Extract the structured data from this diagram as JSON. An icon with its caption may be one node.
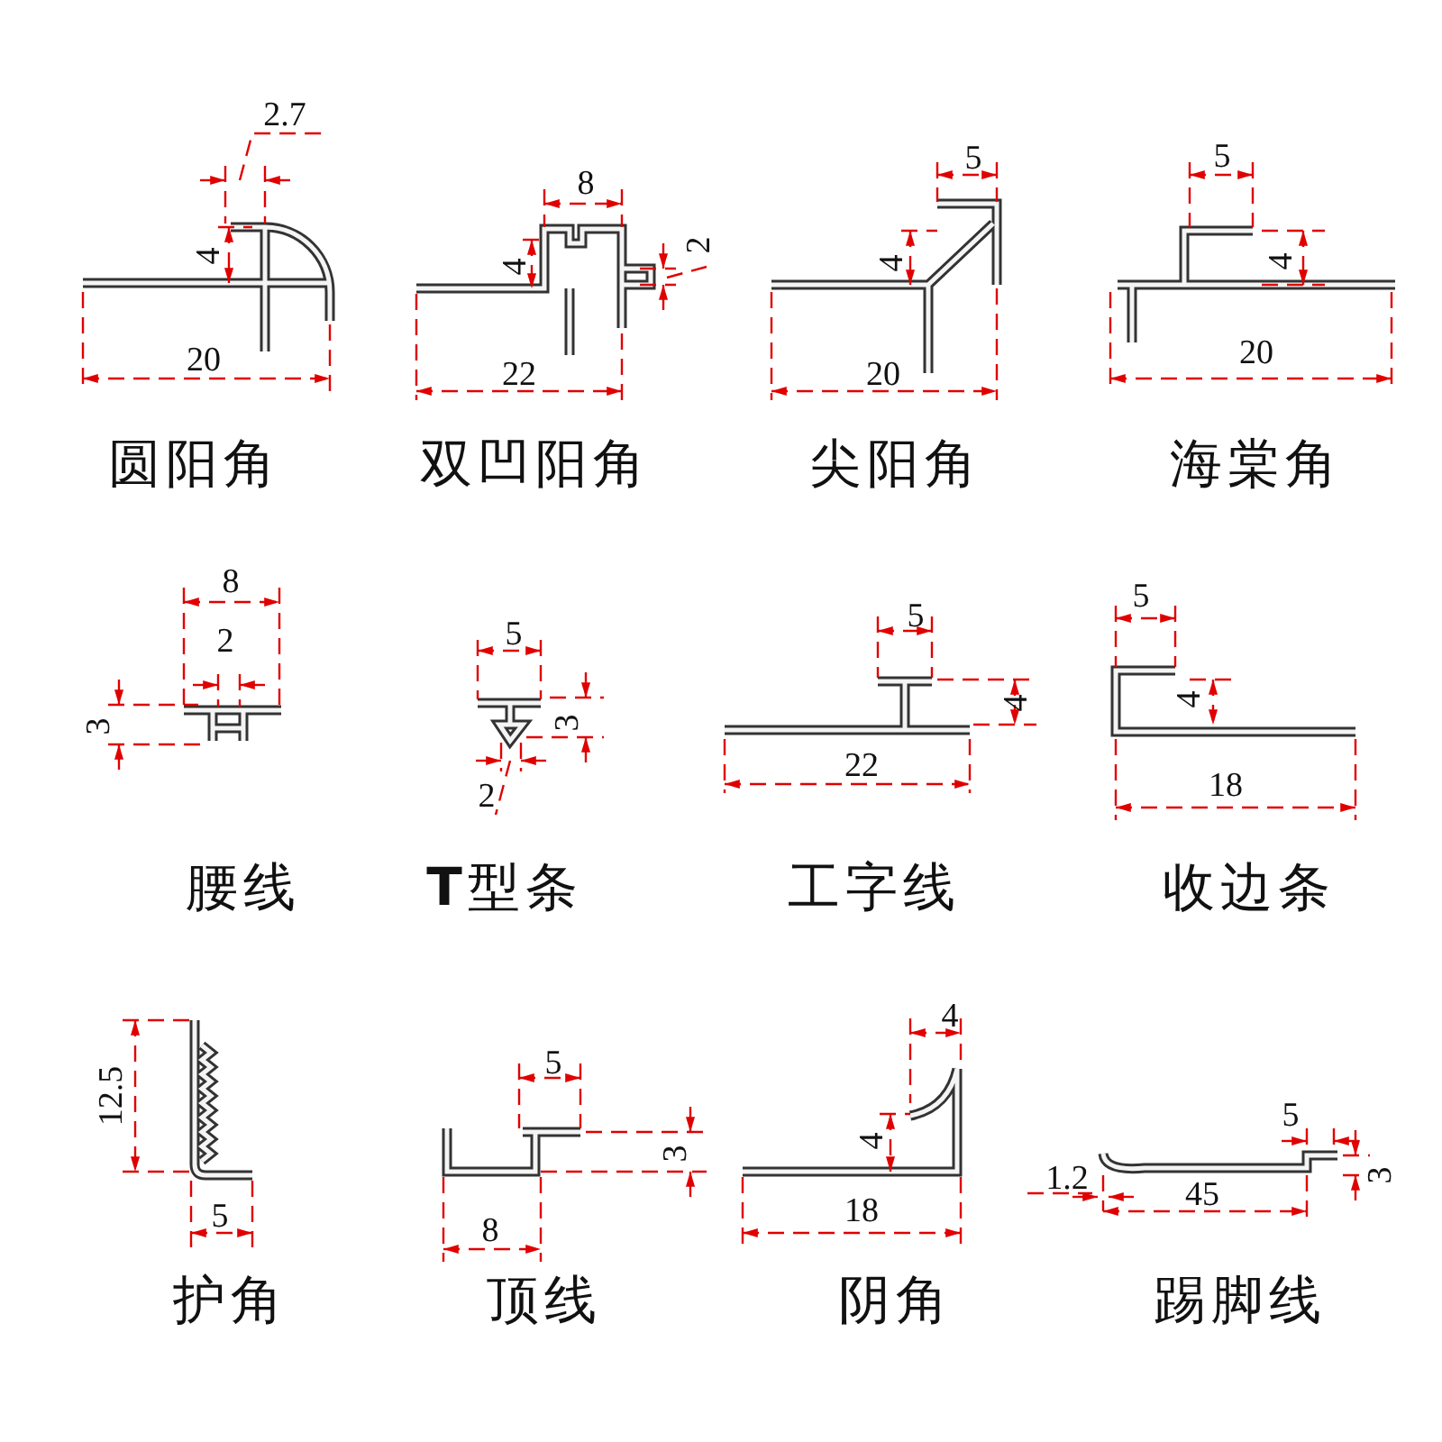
{
  "diagram": {
    "nodes": [
      {
        "text": [
          "2.7",
          "4",
          "20",
          "圆阳角"
        ]
      },
      {
        "text": [
          "8",
          "4",
          "2",
          "22",
          "双凹阳角"
        ]
      },
      {
        "text": [
          "5",
          "4",
          "20",
          "尖阳角"
        ]
      },
      {
        "text": [
          "5",
          "4",
          "20",
          "海棠角"
        ]
      },
      {
        "text": [
          "8",
          "2",
          "3",
          "腰线"
        ]
      },
      {
        "text": [
          "5",
          "3",
          "2",
          "**T**型条"
        ]
      },
      {
        "text": [
          "5",
          "4",
          "22",
          "工字线"
        ]
      },
      {
        "text": [
          "5",
          "4",
          "18",
          "收边条"
        ]
      },
      {
        "text": [
          "12.5",
          "5",
          "护角"
        ]
      },
      {
        "text": [
          "5",
          "3",
          "8",
          "顶线"
        ]
      },
      {
        "text": [
          "4",
          "4",
          "18",
          "阴角"
        ]
      },
      {
        "text": [
          "5",
          "1.2",
          "45",
          "3",
          "踢脚线"
        ]
      }
    ]
  }
}
